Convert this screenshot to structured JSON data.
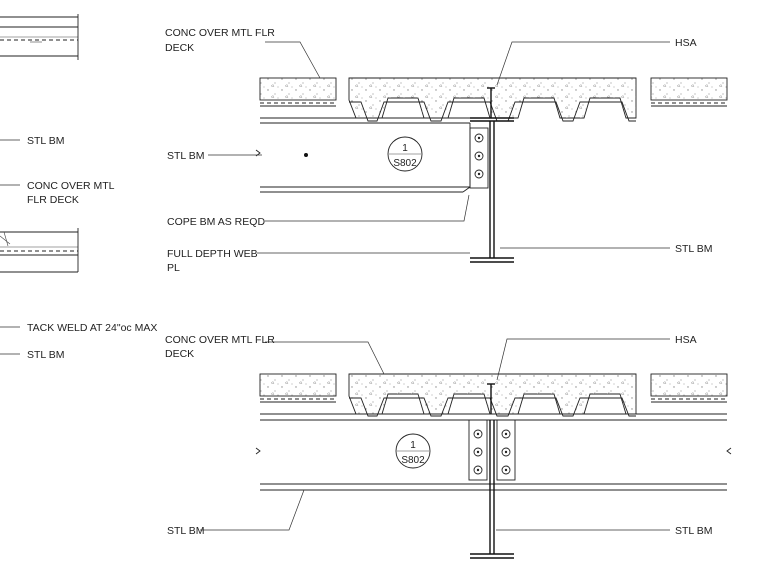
{
  "labels": {
    "left_stl_bm_1": "STL BM",
    "left_conc_1": "CONC OVER MTL",
    "left_conc_2": "FLR DECK",
    "left_tack_weld": "TACK WELD AT 24\"oc MAX",
    "left_stl_bm_2": "STL BM",
    "top_conc_1": "CONC OVER MTL FLR",
    "top_conc_2": "DECK",
    "top_hsa": "HSA",
    "top_stl_bm_left": "STL BM",
    "top_cope": "COPE BM AS REQD",
    "top_web_pl_1": "FULL DEPTH WEB",
    "top_web_pl_2": "PL",
    "top_stl_bm_right": "STL BM",
    "bot_conc_1": "CONC OVER MTL FLR",
    "bot_conc_2": "DECK",
    "bot_hsa": "HSA",
    "bot_stl_bm_left": "STL BM",
    "bot_stl_bm_right": "STL BM"
  },
  "detail_refs": [
    {
      "number": "1",
      "sheet": "S802"
    },
    {
      "number": "1",
      "sheet": "S802"
    }
  ]
}
